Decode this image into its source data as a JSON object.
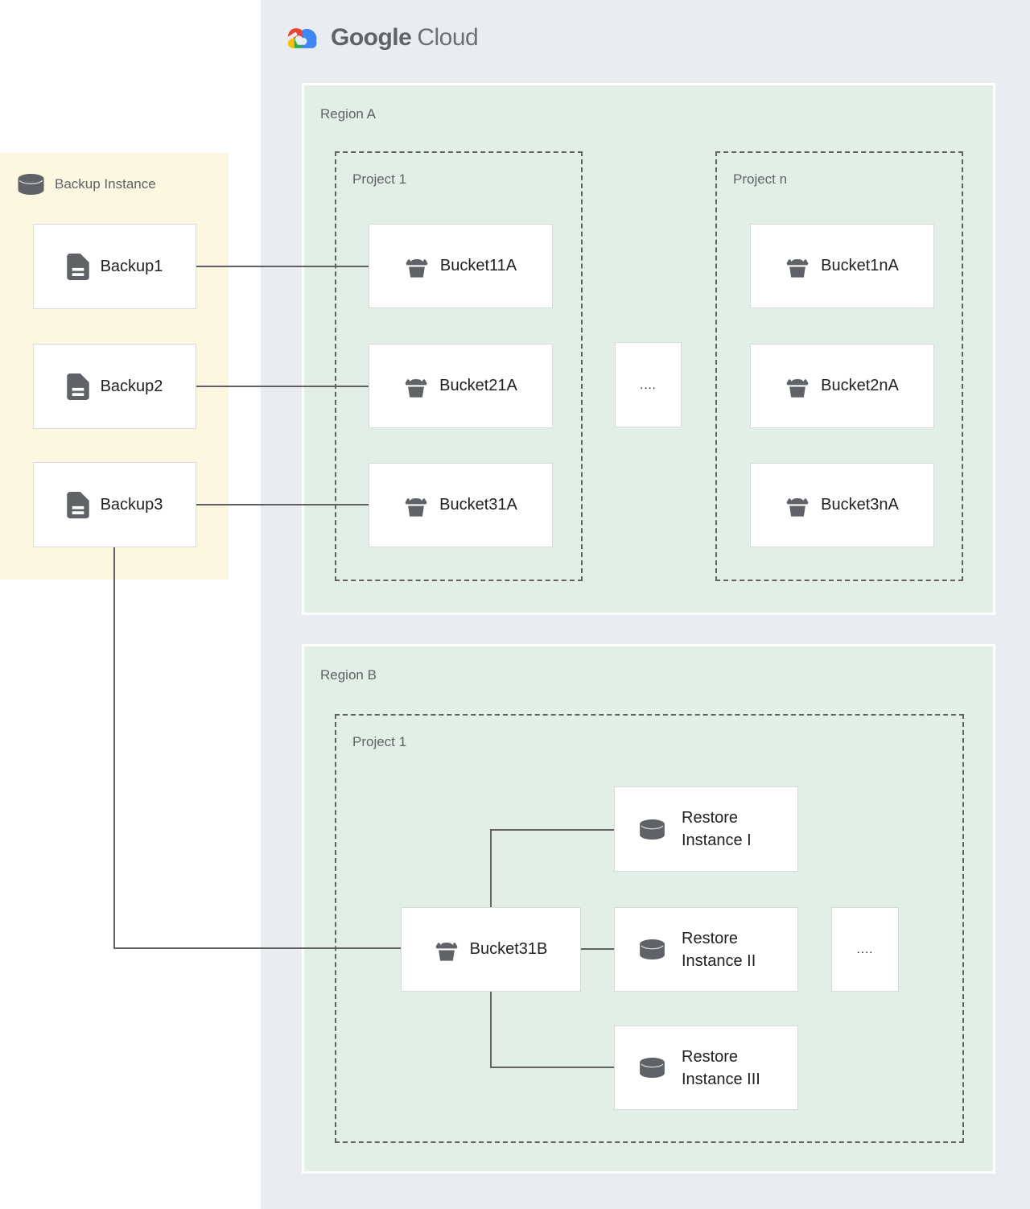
{
  "logo": {
    "brand": "Google",
    "product": "Cloud"
  },
  "backup_panel": {
    "title": "Backup Instance",
    "items": [
      "Backup1",
      "Backup2",
      "Backup3"
    ]
  },
  "regions": {
    "region_a": {
      "label": "Region A",
      "project_1": {
        "label": "Project 1",
        "buckets": [
          "Bucket11A",
          "Bucket21A",
          "Bucket31A"
        ]
      },
      "ellipsis": "....",
      "project_n": {
        "label": "Project n",
        "buckets": [
          "Bucket1nA",
          "Bucket2nA",
          "Bucket3nA"
        ]
      }
    },
    "region_b": {
      "label": "Region B",
      "project_1": {
        "label": "Project 1",
        "bucket": "Bucket31B",
        "restore_instances": [
          "Restore Instance I",
          "Restore Instance II",
          "Restore Instance III"
        ],
        "ellipsis": "...."
      }
    }
  },
  "icons": {
    "cloud_logo": "google-cloud-logo-icon",
    "database": "database-cylinder-icon",
    "file": "backup-file-icon",
    "bucket": "storage-bucket-icon"
  },
  "colors": {
    "cloud_panel_bg": "#e9edf1",
    "region_bg": "#e1efe6",
    "backup_panel_bg": "#fdf7e2",
    "node_bg": "#ffffff",
    "node_border": "#d8dbde",
    "dashed_border": "#616161",
    "connector": "#616161",
    "icon_gray": "#5f6368",
    "text_dark": "#202124",
    "text_gray": "#5f6368",
    "logo_red": "#ea4335",
    "logo_blue": "#4285f4",
    "logo_yellow": "#fbbc04",
    "logo_green": "#34a853"
  }
}
